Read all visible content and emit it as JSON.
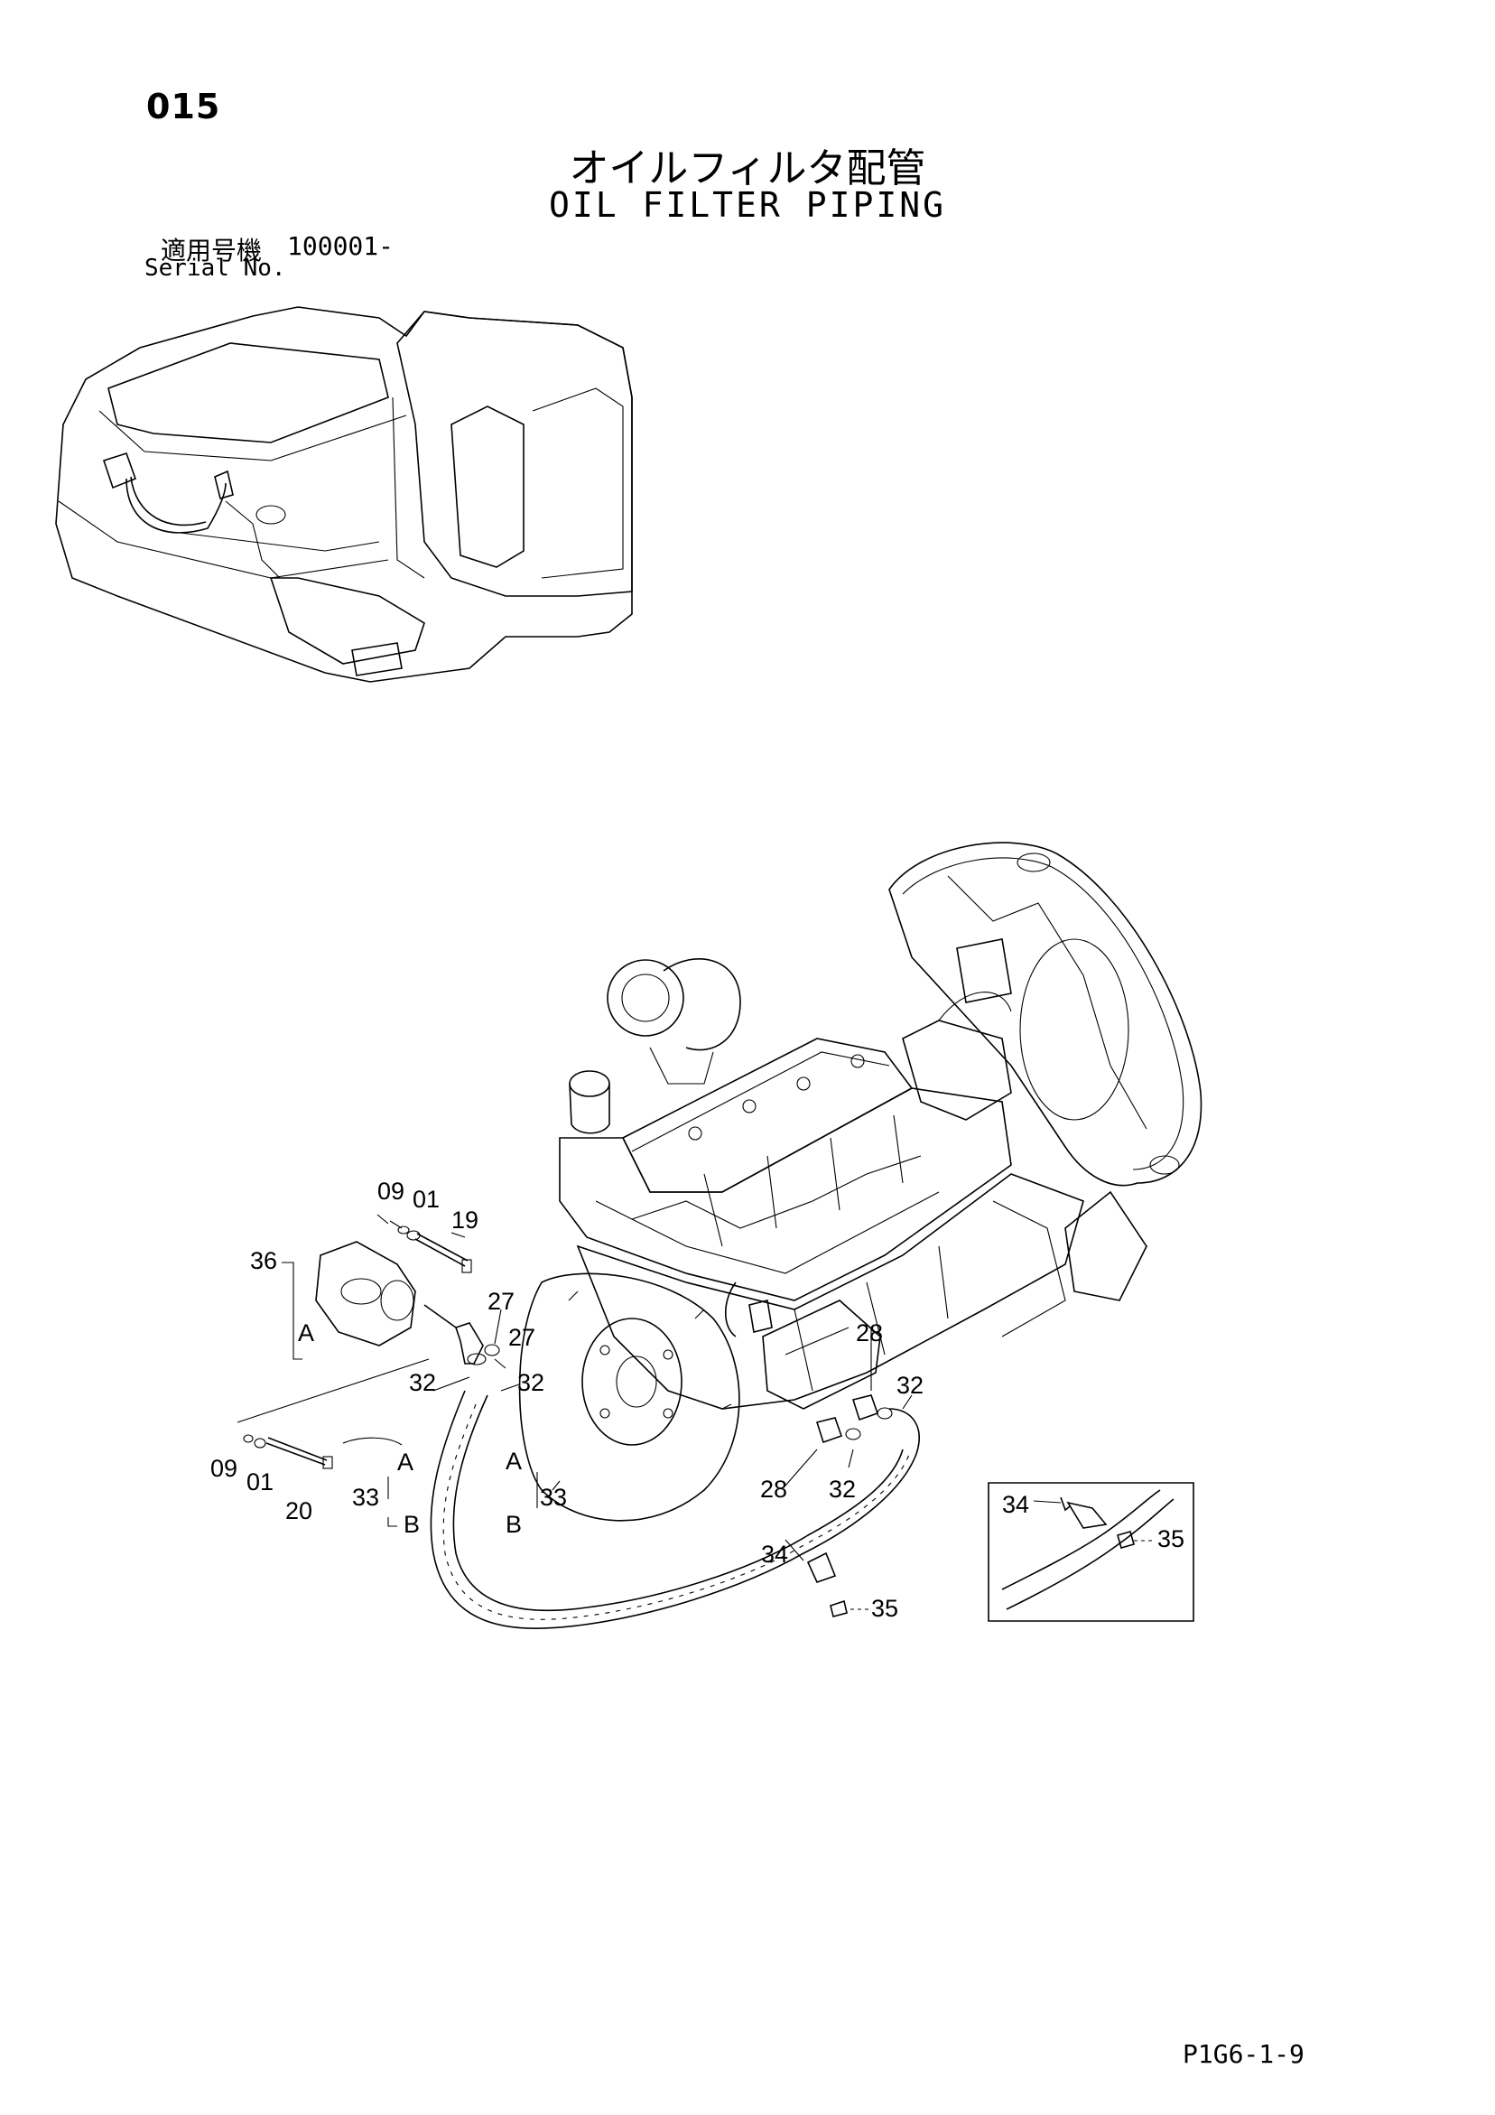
{
  "page_number": "015",
  "title_jp": "オイルフィルタ配管",
  "title_en": "OIL FILTER PIPING",
  "serial": {
    "label_jp": "適用号機",
    "value": "100001-",
    "label_en": "Serial No."
  },
  "drawing_code": "P1G6-1-9",
  "callouts": {
    "c09a": "09",
    "c01a": "01",
    "c19": "19",
    "c36": "36",
    "cAa": "A",
    "c27a": "27",
    "c27b": "27",
    "c28a": "28",
    "c32a": "32",
    "c32b": "32",
    "c32c": "32",
    "c09b": "09",
    "c01b": "01",
    "c20": "20",
    "cAb": "A",
    "cAc": "A",
    "c33a": "33",
    "c33b": "33",
    "cBa": "B",
    "cBb": "B",
    "c28b": "28",
    "c32d": "32",
    "c34a": "34",
    "c35a": "35",
    "c34b": "34",
    "c35b": "35"
  }
}
